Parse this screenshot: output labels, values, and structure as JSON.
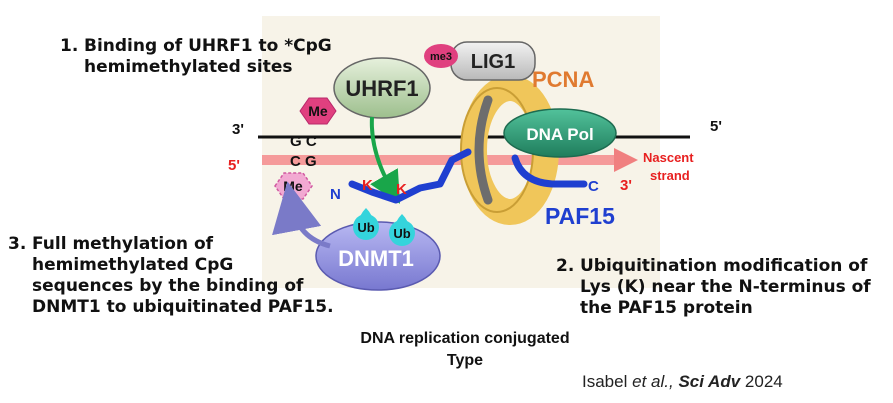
{
  "steps": {
    "step1": {
      "number": "1.",
      "text": "Binding of UHRF1 to *CpG\nhemimethylated sites"
    },
    "step2": {
      "number": "2.",
      "text": "Ubiquitination modification of\nLys (K) near the N-terminus of\nthe PAF15 protein"
    },
    "step3": {
      "number": "3.",
      "text": "Full methylation of\nhemimethylated CpG\nsequences by the binding of\nDNMT1 to ubiquitinated PAF15."
    }
  },
  "diagram": {
    "uhrf1": "UHRF1",
    "lig1": "LIG1",
    "me3": "me3",
    "pcna": "PCNA",
    "dna_pol": "DNA Pol",
    "dnmt1": "DNMT1",
    "paf15": "PAF15",
    "me_top": "Me",
    "me_bottom": "Me",
    "ub1": "Ub",
    "ub2": "Ub",
    "lys1": "K",
    "lys2": "K",
    "n_terminus": "N",
    "c_terminus": "C",
    "top_strand_3prime": "3'",
    "top_strand_5prime": "5'",
    "bottom_strand_5prime": "5'",
    "bottom_strand_3prime": "3'",
    "top_bases": "G C",
    "bottom_bases": "C G",
    "nascent_line1": "Nascent",
    "nascent_line2": "strand"
  },
  "caption": {
    "line1": "DNA replication conjugated",
    "line2": "Type"
  },
  "citation": {
    "authors": "Isabel",
    "etal": "et al.,",
    "journal": "Sci Adv",
    "year": "2024"
  },
  "colors": {
    "panel_bg": "#f7f3e8",
    "uhrf1": "#a9c99a",
    "pcna": "#f0c65a",
    "dna_pol": "#2f9a76",
    "dnmt1": "#9b9be3",
    "paf15": "#1f3fd0",
    "me_magenta": "#e0407f",
    "ub_cyan": "#34d4dc",
    "nascent": "#f08a8a",
    "label_red": "#e82020",
    "pcna_label": "#e07a30"
  }
}
